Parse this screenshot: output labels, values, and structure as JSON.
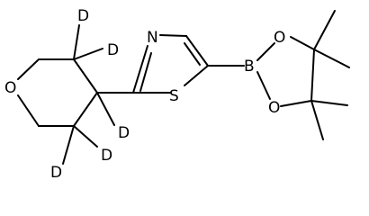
{
  "molecule": {
    "atoms": {
      "ring_oxygen": "O",
      "deuterium_top_a": "D",
      "deuterium_top_b": "D",
      "deuterium_center": "D",
      "deuterium_bottom_a": "D",
      "deuterium_bottom_b": "D",
      "thiazole_nitrogen": "N",
      "thiazole_sulfur": "S",
      "boron": "B",
      "boronate_oxygen_top": "O",
      "boronate_oxygen_bottom": "O"
    }
  }
}
